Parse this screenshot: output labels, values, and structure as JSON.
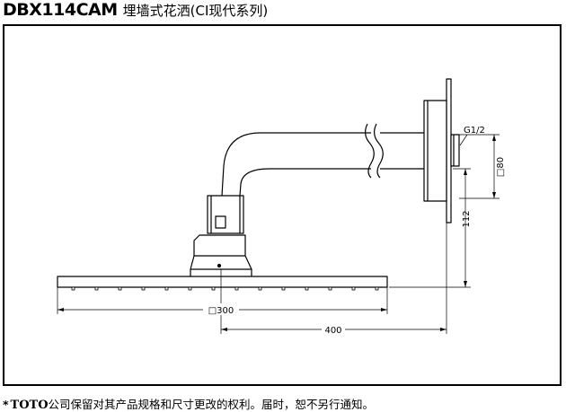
{
  "header": {
    "model": "DBX114CAM",
    "description": "埋墙式花洒(CI现代系列)"
  },
  "drawing": {
    "thread_label": "G1/2",
    "dim_flange": "□80",
    "dim_drop": "112",
    "dim_head": "□300",
    "dim_projection": "400"
  },
  "footer": {
    "mark": "*",
    "brand": "TOTO",
    "note": "公司保留对其产品规格和尺寸更改的权利。届时，恕不另行通知。"
  }
}
